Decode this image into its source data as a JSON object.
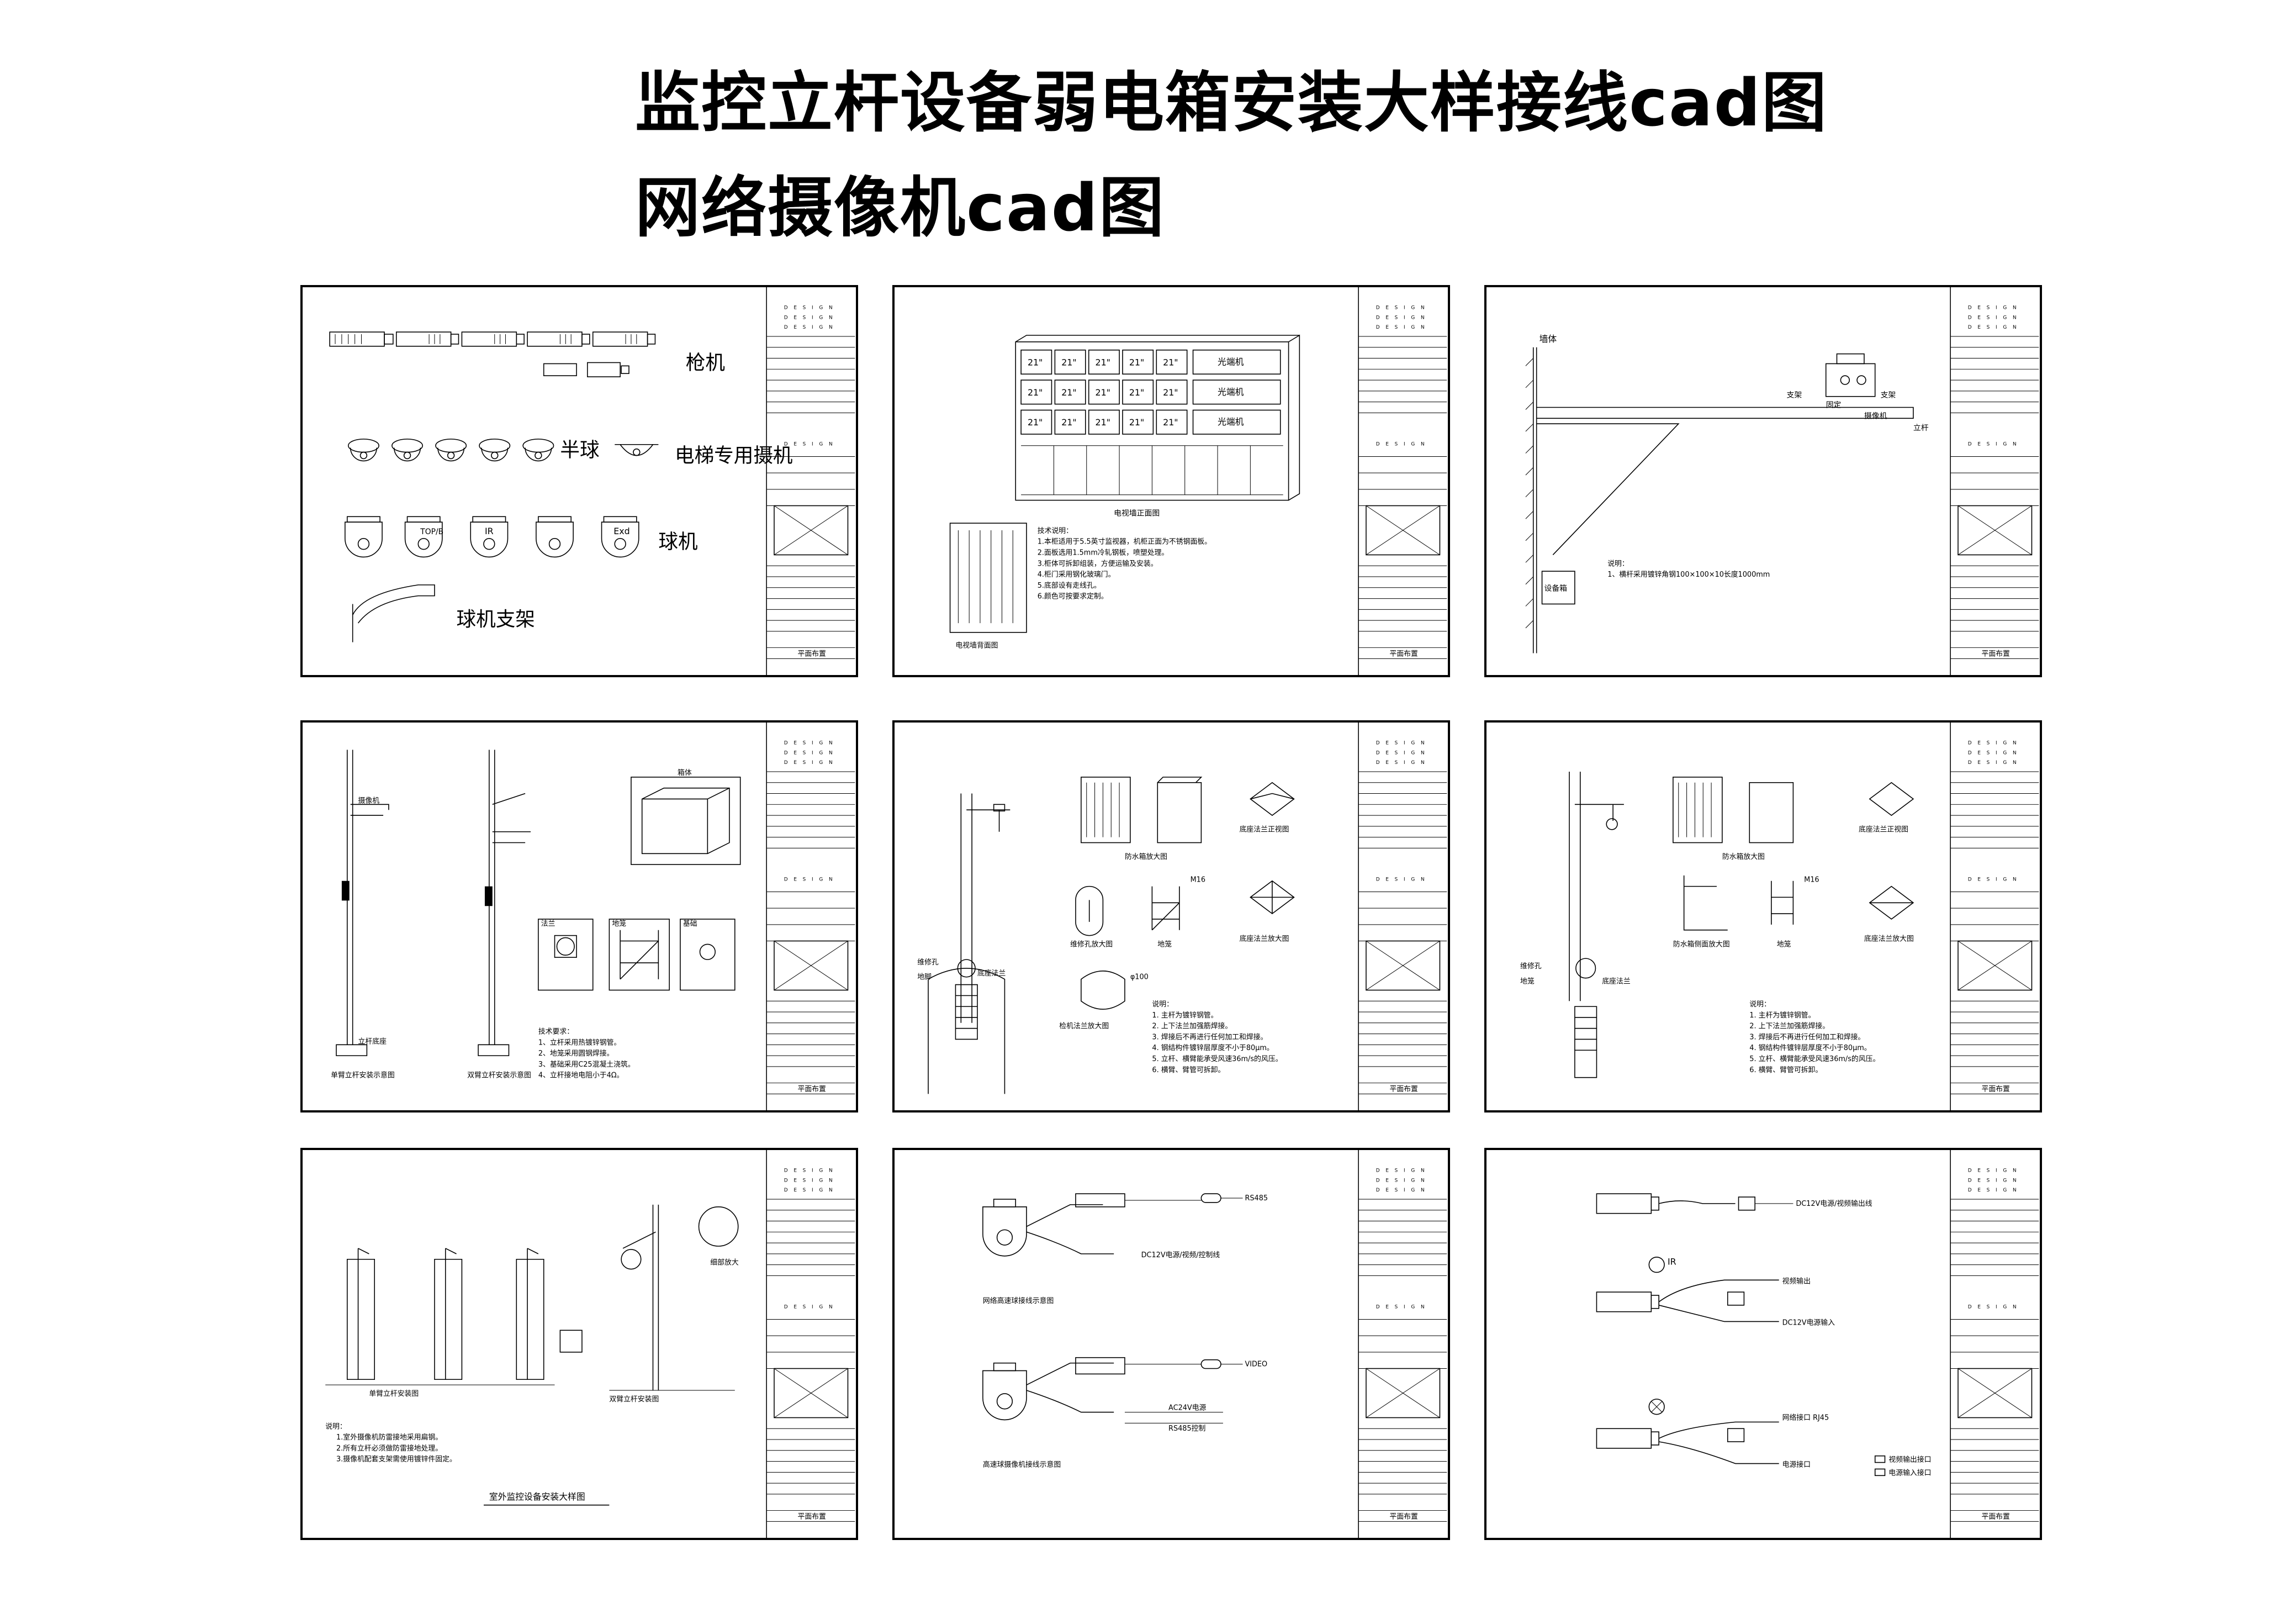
{
  "title_main": "监控立杆设备弱电箱安装大样接线cad图",
  "title_sub": "网络摄像机cad图",
  "titleblock": {
    "design_text": "D E S I G N",
    "footer_text": "平面布置"
  },
  "sheets": {
    "cameras": {
      "gun": "枪机",
      "half_dome": "半球",
      "elevator": "电梯专用摄机",
      "ball": "球机",
      "bracket": "球机支架",
      "tags": [
        "TOP/B",
        "IR",
        "Exd"
      ]
    },
    "cabinet": {
      "cell": "21\"",
      "right_labels": [
        "光端机",
        "光端机",
        "光端机"
      ],
      "front_caption": "电视墙正面图",
      "side_caption": "电视墙背面图",
      "notes_title": "技术说明：",
      "notes": [
        "1.本柜适用于5.5英寸监视器，机柜正面为不锈钢面板。",
        "2.面板选用1.5mm冷轧钢板，喷塑处理。",
        "3.柜体可拆卸组装，方便运输及安装。",
        "4.柜门采用钢化玻璃门。",
        "5.底部设有走线孔。",
        "6.颜色可按要求定制。"
      ]
    },
    "wall": {
      "wall_label": "墙体",
      "labels": [
        "支架",
        "固定",
        "摄像机",
        "支架"
      ],
      "pole_label": "立杆",
      "box_label": "设备箱",
      "note_title": "说明：",
      "note": "1、横杆采用镀锌角钢100×100×10长度1000mm"
    },
    "poles1": {
      "top_label": "摄像机",
      "bottom_label": "立杆底座",
      "cap1": "单臂立杆安装示意图",
      "cap2": "双臂立杆安装示意图",
      "box_title": "箱体",
      "detail_labels": [
        "法兰",
        "地笼",
        "基础"
      ],
      "notes": [
        "技术要求：",
        "1、立杆采用热镀锌钢管。",
        "2、地笼采用圆钢焊接。",
        "3、基础采用C25混凝土浇筑。",
        "4、立杆接地电阻小于4Ω。"
      ]
    },
    "detail1": {
      "labels": [
        "防水箱放大图",
        "底座法兰正视图",
        "维修孔放大图",
        "地笼",
        "底座法兰放大图",
        "检机法兰放大图",
        "维修孔",
        "地脚",
        "底座法兰"
      ],
      "dim": "M16",
      "dim2": "φ100",
      "notes_title": "说明：",
      "notes": [
        "1. 主杆为镀锌钢管。",
        "2. 上下法兰加强筋焊接。",
        "3. 焊接后不再进行任何加工和焊接。",
        "4. 钢结构件镀锌层厚度不小于80μm。",
        "5. 立杆、横臂能承受风速36m/s的风压。",
        "6. 横臂、臂管可拆卸。"
      ]
    },
    "detail2": {
      "labels": [
        "防水箱放大图",
        "底座法兰正视图",
        "防水箱侧面放大图",
        "地笼",
        "底座法兰放大图",
        "维修孔",
        "地笼",
        "底座法兰"
      ],
      "dim": "M16",
      "notes_title": "说明：",
      "notes": [
        "1. 主杆为镀锌钢管。",
        "2. 上下法兰加强筋焊接。",
        "3. 焊接后不再进行任何加工和焊接。",
        "4. 钢结构件镀锌层厚度不小于80μm。",
        "5. 立杆、横臂能承受风速36m/s的风压。",
        "6. 横臂、臂管可拆卸。"
      ]
    },
    "outdoor": {
      "caps": [
        "单臂立杆安装图",
        "双臂立杆安装图"
      ],
      "zoom_label": "细部放大",
      "notes_title": "说明：",
      "notes": [
        "1.室外摄像机防雷接地采用扁钢。",
        "2.所有立杆必须做防雷接地处理。",
        "3.摄像机配套支架需使用镀锌件固定。"
      ],
      "caption": "室外监控设备安装大样图"
    },
    "wiring": {
      "cap1": "网络高速球接线示意图",
      "cap2": "高速球摄像机接线示意图",
      "labels1": [
        "RS485",
        "DC12V电源/视频/控制线"
      ],
      "labels2": [
        "VIDEO",
        "AC24V电源",
        "RS485控制"
      ]
    },
    "wiring2": {
      "ir": "IR",
      "labels": [
        "DC12V电源/视频输出线",
        "视频输出",
        "DC12V电源输入",
        "网络接口 RJ45",
        "电源接口"
      ],
      "legend": [
        "视频输出接口",
        "电源输入接口"
      ]
    }
  }
}
